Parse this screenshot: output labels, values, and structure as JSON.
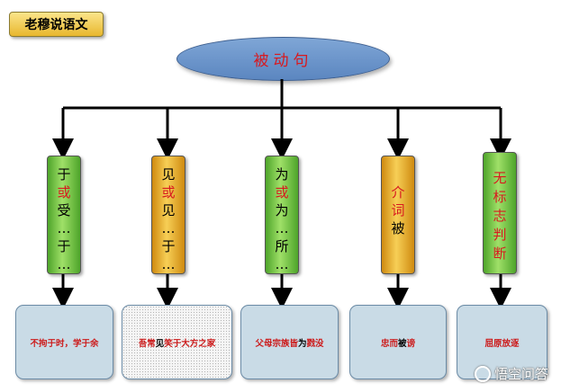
{
  "badge": "老穆说语文",
  "root": "被动句",
  "branches": [
    {
      "lines": [
        [
          "于",
          ""
        ],
        [
          "或",
          "red"
        ],
        [
          "受",
          ""
        ],
        [
          "…",
          ""
        ],
        [
          "于",
          ""
        ],
        [
          "…",
          ""
        ]
      ],
      "example": [
        [
          "不拘于时，学于余",
          "r"
        ]
      ]
    },
    {
      "lines": [
        [
          "见",
          ""
        ],
        [
          "或",
          "red"
        ],
        [
          "见",
          ""
        ],
        [
          "…",
          ""
        ],
        [
          "于",
          ""
        ],
        [
          "…",
          ""
        ]
      ],
      "example": [
        [
          "吾常",
          "r"
        ],
        [
          "见",
          "k"
        ],
        [
          "笑于大方之家",
          "r"
        ]
      ]
    },
    {
      "lines": [
        [
          "为",
          ""
        ],
        [
          "或",
          "red"
        ],
        [
          "为",
          ""
        ],
        [
          "…",
          ""
        ],
        [
          "所",
          ""
        ],
        [
          "…",
          ""
        ]
      ],
      "example": [
        [
          "父母宗族皆",
          "r"
        ],
        [
          "为",
          "k"
        ],
        [
          "戮没",
          "r"
        ]
      ]
    },
    {
      "lines": [
        [
          "介",
          "red"
        ],
        [
          "词",
          "red"
        ],
        [
          "被",
          ""
        ]
      ],
      "example": [
        [
          "忠而",
          "r"
        ],
        [
          "被",
          "k"
        ],
        [
          "谤",
          "r"
        ]
      ]
    },
    {
      "lines": [
        [
          "无",
          "red"
        ],
        [
          "标",
          "red"
        ],
        [
          "志",
          "red"
        ],
        [
          "判",
          "red"
        ],
        [
          "断",
          "red"
        ]
      ],
      "example": [
        [
          "屈原放逐",
          "r"
        ]
      ]
    }
  ],
  "watermark": "悟空问答",
  "colors": {
    "accent_red": "#d8191e",
    "green": "#7ccf48",
    "gold": "#f0b93a",
    "root_blue": "#6b96cc"
  }
}
